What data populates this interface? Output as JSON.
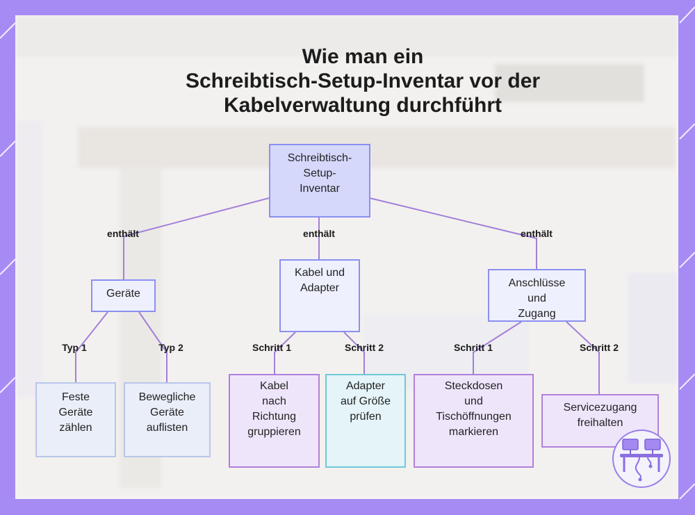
{
  "title": {
    "line1": "Wie man ein",
    "line2": "Schreibtisch-Setup-Inventar vor der",
    "line3": "Kabelverwaltung durchführt"
  },
  "nodes": {
    "root": [
      "Schreibtisch-",
      "Setup-",
      "Inventar"
    ],
    "devices": [
      "Geräte"
    ],
    "cables": [
      "Kabel und",
      "Adapter"
    ],
    "ports": [
      "Anschlüsse",
      "und",
      "Zugang"
    ],
    "fixed": [
      "Feste",
      "Geräte",
      "zählen"
    ],
    "mobile": [
      "Bewegliche",
      "Geräte",
      "auflisten"
    ],
    "group_cables": [
      "Kabel",
      "nach",
      "Richtung",
      "gruppieren"
    ],
    "check_adapters": [
      "Adapter",
      "auf Größe",
      "prüfen"
    ],
    "mark_outlets": [
      "Steckdosen",
      "und",
      "Tischöffnungen",
      "markieren"
    ],
    "service": [
      "Servicezugang",
      "freihalten"
    ]
  },
  "edge_labels": {
    "contains": "enthält",
    "type1": "Typ 1",
    "type2": "Typ 2",
    "step1": "Schritt 1",
    "step2": "Schritt 2"
  },
  "colors": {
    "frame": "#a78bf4",
    "edge": "#a27fd8",
    "root_fill": "#d5d8fb",
    "step_border": "#b180db",
    "adapter_border": "#6fc9d9"
  },
  "icons": {
    "logo": "desk-setup-icon"
  }
}
